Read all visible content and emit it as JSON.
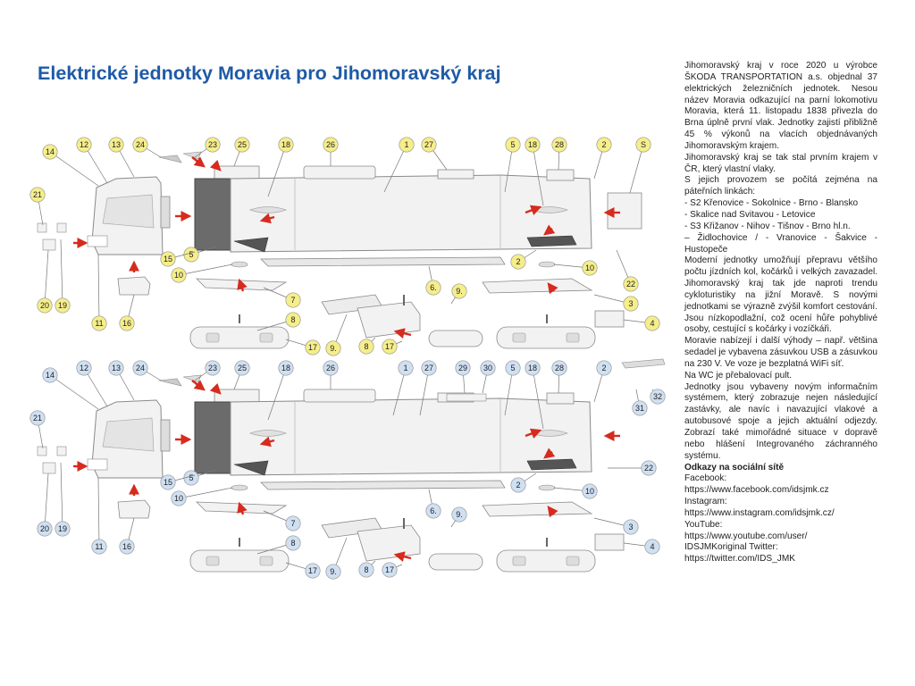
{
  "title": "Elektrické jednotky Moravia pro Jihomoravský kraj",
  "colors": {
    "title": "#1f5aa6",
    "yellow_callout": "#f5ee8a",
    "blue_callout": "#cfe0f2",
    "arrow": "#d62b1e",
    "dark_panel": "#6b6b6b",
    "part_fill": "#f2f2f2",
    "part_stroke": "#8a8a8a"
  },
  "sidebar": {
    "paragraphs": [
      "Jihomoravský kraj v roce 2020 u výrobce ŠKODA TRANSPORTATION a.s. objednal 37 elektrických železničních jednotek. Nesou název Moravia odkazující na parní lokomotivu Moravia, která 11. listopadu 1838 přivezla do Brna úplně první vlak. Jednotky zajistí přibližně 45 % výkonů na vlacích objednávaných Jihomoravským krajem.",
      "Jihomoravský kraj se tak stal prvním krajem v ČR, který vlastní vlaky.",
      "S jejich provozem se počítá zejména na páteřních linkách:"
    ],
    "lines": [
      "- S2 Křenovice - Sokolnice - Brno - Blansko",
      "- Skalice nad Svitavou - Letovice",
      "- S3 Křižanov - Nihov - Tišnov - Brno hl.n.",
      "– Židlochovice / - Vranovice - Šakvice - Hustopeče"
    ],
    "paragraphs2": [
      "Moderní jednotky umožňují přepravu většího počtu jízdních kol, kočárků i velkých zavazadel. Jihomoravský kraj tak jde naproti trendu cykloturistiky na jižní Moravě. S novými jednotkami se výrazně zvýšil komfort cestování. Jsou nízkopodlažní, což ocení hůře pohyblivé osoby, cestující s kočárky i vozíčkáři.",
      "Moravie nabízejí i další výhody – např. většina sedadel je vybavena zásuvkou USB a zásuvkou na 230 V. Ve voze je bezplatná WiFi síť.",
      "Na WC je přebalovací pult.",
      "Jednotky jsou vybaveny novým informačním systémem, který zobrazuje nejen následující zastávky, ale navíc i navazující vlakové a autobusové spoje a jejich aktuální odjezdy. Zobrazí také mimořádné situace v dopravě nebo hlášení Integrovaného záchranného systému."
    ],
    "social_heading": "Odkazy na sociální sítě",
    "social_lines": [
      "Facebook:",
      "https://www.facebook.com/idsjmk.cz",
      "Instagram:",
      "https://www.instagram.com/idsjmk.cz/",
      "YouTube:",
      "https://www.youtube.com/user/",
      "IDSJMKoriginal Twitter:",
      "https://twitter.com/IDS_JMK"
    ]
  },
  "callouts_top": [
    "14",
    "12",
    "13",
    "24",
    "23",
    "25",
    "18",
    "26",
    "1",
    "27",
    "5",
    "18",
    "28",
    "2",
    "S",
    "21",
    "5",
    "15",
    "10",
    "2",
    "10",
    "22",
    "6.",
    "9.",
    "7",
    "3",
    "20",
    "19",
    "11",
    "16",
    "8",
    "4",
    "9.",
    "8",
    "17",
    "17"
  ],
  "callouts_bottom": [
    "14",
    "12",
    "13",
    "24",
    "23",
    "25",
    "18",
    "26",
    "1",
    "27",
    "29",
    "30",
    "5",
    "18",
    "28",
    "2",
    "31",
    "32",
    "21",
    "22",
    "5",
    "15",
    "10",
    "2",
    "10",
    "6.",
    "9.",
    "7",
    "3",
    "20",
    "19",
    "11",
    "16",
    "8",
    "4",
    "9.",
    "8",
    "17",
    "17"
  ]
}
